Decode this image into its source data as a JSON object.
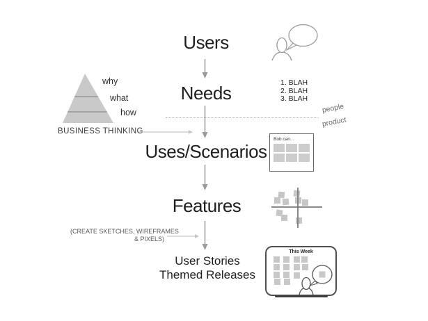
{
  "flow": {
    "steps": [
      {
        "label": "Users"
      },
      {
        "label": "Needs"
      },
      {
        "label": "Uses/Scenarios"
      },
      {
        "label": "Features"
      },
      {
        "line1": "User Stories",
        "line2": "Themed Releases"
      }
    ]
  },
  "pyramid": {
    "levels": [
      "why",
      "what",
      "how"
    ],
    "caption": "BUSINESS THINKING"
  },
  "divider": {
    "above": "people",
    "below": "product"
  },
  "list": {
    "items": [
      "1. BLAH",
      "2. BLAH",
      "3. BLAH"
    ]
  },
  "bob_box": {
    "title": "Bob can..."
  },
  "sketch_note": {
    "line1": "(CREATE SKETCHES, WIREFRAMES",
    "line2": "& PIXELS)"
  },
  "whiteboard": {
    "title": "This Week"
  },
  "icons": {
    "top_right": "person-with-speech-bubble-icon",
    "mid_right": "bob-can-storyboard-grid",
    "lower_right": "quadrant-with-sticky-notes",
    "bottom_right": "person-presenting-at-whiteboard"
  },
  "colors": {
    "background": "#ffffff",
    "text_dark": "#1f1f1f",
    "arrow": "#9a9a9a",
    "light_arrow": "#c4c4c4",
    "pyramid_fill": "#c9c9c9",
    "note_fill": "#c8c8c8",
    "border_dark": "#4f4f4f"
  }
}
